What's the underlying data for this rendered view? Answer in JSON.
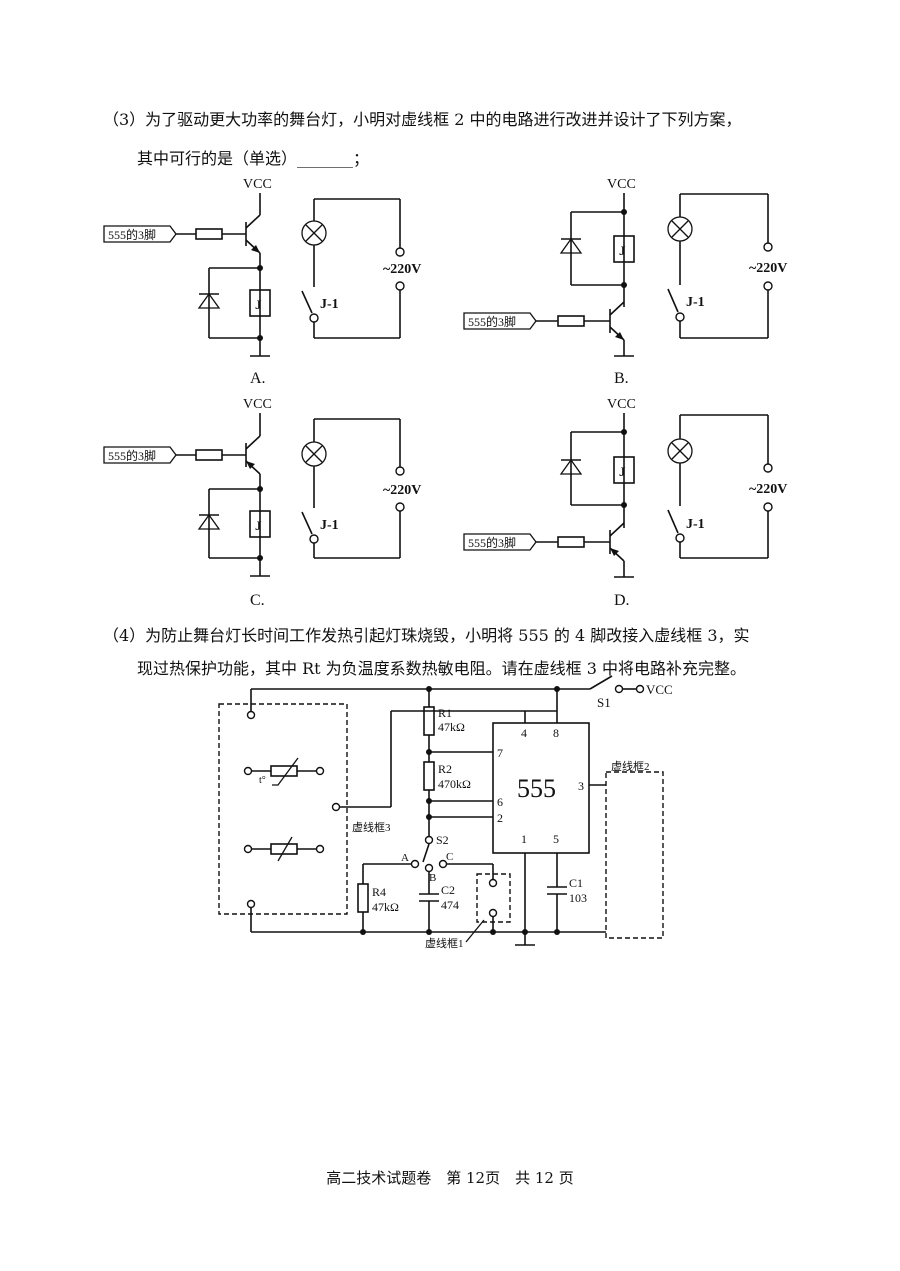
{
  "q3": {
    "line1": "（3）为了驱动更大功率的舞台灯，小明对虚线框 2 中的电路进行改进并设计了下列方案，",
    "line2": "其中可行的是（单选）_______；"
  },
  "options": {
    "A": "A.",
    "B": "B.",
    "C": "C.",
    "D": "D."
  },
  "circuit_labels": {
    "vcc": "VCC",
    "input": "555的3脚",
    "relay": "J",
    "contact": "J-1",
    "mains": "~220V"
  },
  "q4": {
    "line1": "（4）为防止舞台灯长时间工作发热引起灯珠烧毁，小明将 555 的 4 脚改接入虚线框 3，实",
    "line2": "现过热保护功能，其中 Rt 为负温度系数热敏电阻。请在虚线框 3 中将电路补充完整。"
  },
  "main_circuit": {
    "chip": "555",
    "pin4": "4",
    "pin8": "8",
    "pin7": "7",
    "pin6": "6",
    "pin2": "2",
    "pin1": "1",
    "pin5": "5",
    "pin3": "3",
    "r1_name": "R1",
    "r1_value": "47kΩ",
    "r2_name": "R2",
    "r2_value": "470kΩ",
    "r4_name": "R4",
    "r4_value": "47kΩ",
    "c2_name": "C2",
    "c2_value": "474",
    "c1_name": "C1",
    "c1_value": "103",
    "s1": "S1",
    "s2": "S2",
    "vcc": "VCC",
    "sw_a": "A",
    "sw_b": "B",
    "sw_c": "C",
    "box1": "虚线框1",
    "box2": "虚线框2",
    "box3": "虚线框3",
    "thermistor_t": "t°"
  },
  "footer": "高二技术试题卷　第 12页　共 12 页"
}
